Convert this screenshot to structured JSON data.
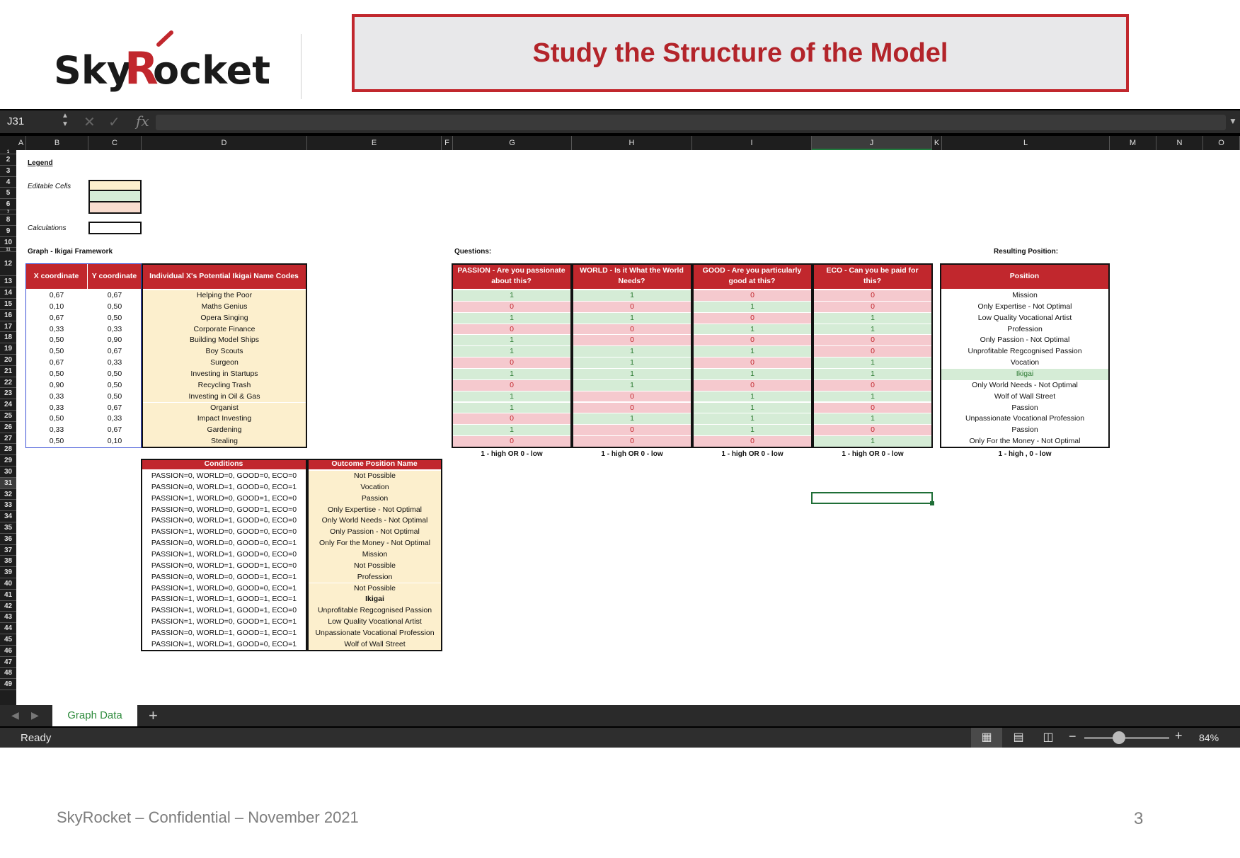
{
  "slide": {
    "title": "Study the Structure of the Model",
    "logo_text_1": "Sky",
    "logo_text_2": "R",
    "logo_text_3": "ocket",
    "footer": "SkyRocket – Confidential – November 2021",
    "page_number": "3"
  },
  "excel": {
    "name_box": "J31",
    "fx": "fx",
    "columns": [
      "A",
      "B",
      "C",
      "D",
      "E",
      "F",
      "G",
      "H",
      "I",
      "J",
      "K",
      "L",
      "M",
      "N",
      "O"
    ],
    "selected_column": "J",
    "selected_row": "31",
    "rows": [
      "1",
      "2",
      "3",
      "4",
      "5",
      "6",
      "7",
      "8",
      "9",
      "10",
      "11",
      "12",
      "13",
      "14",
      "15",
      "16",
      "17",
      "18",
      "19",
      "20",
      "21",
      "22",
      "23",
      "24",
      "25",
      "26",
      "27",
      "28",
      "29",
      "30",
      "31",
      "32",
      "33",
      "34",
      "35",
      "36",
      "37",
      "38",
      "39",
      "40",
      "41",
      "42",
      "43",
      "44",
      "45",
      "46",
      "47",
      "48",
      "49"
    ],
    "sheet_tab": "Graph Data",
    "add_sheet": "+",
    "status": "Ready",
    "zoom": "84%"
  },
  "legend": {
    "title": "Legend",
    "editable_label": "Editable Cells",
    "calc_label": "Calculations"
  },
  "graph_table": {
    "title": "Graph - Ikigai Framework",
    "headers": [
      "X coordinate",
      "Y coordinate",
      "Individual X's Potential Ikigai Name Codes"
    ],
    "rows": [
      [
        "0,67",
        "0,67",
        "Helping the Poor"
      ],
      [
        "0,10",
        "0,50",
        "Maths Genius"
      ],
      [
        "0,67",
        "0,50",
        "Opera Singing"
      ],
      [
        "0,33",
        "0,33",
        "Corporate Finance"
      ],
      [
        "0,50",
        "0,90",
        "Building Model Ships"
      ],
      [
        "0,50",
        "0,67",
        "Boy Scouts"
      ],
      [
        "0,67",
        "0,33",
        "Surgeon"
      ],
      [
        "0,50",
        "0,50",
        "Investing in Startups"
      ],
      [
        "0,90",
        "0,50",
        "Recycling Trash"
      ],
      [
        "0,33",
        "0,50",
        "Investing in Oil & Gas"
      ],
      [
        "0,33",
        "0,67",
        "Organist"
      ],
      [
        "0,50",
        "0,33",
        "Impact Investing"
      ],
      [
        "0,33",
        "0,67",
        "Gardening"
      ],
      [
        "0,50",
        "0,10",
        "Stealing"
      ]
    ]
  },
  "questions": {
    "title": "Questions:",
    "headers": [
      "PASSION - Are you passionate about this?",
      "WORLD - Is it What the World Needs?",
      "GOOD - Are you particularly good at this?",
      "ECO - Can you be paid for this?"
    ],
    "rows": [
      [
        "1",
        "1",
        "0",
        "0"
      ],
      [
        "0",
        "0",
        "1",
        "0"
      ],
      [
        "1",
        "1",
        "0",
        "1"
      ],
      [
        "0",
        "0",
        "1",
        "1"
      ],
      [
        "1",
        "0",
        "0",
        "0"
      ],
      [
        "1",
        "1",
        "1",
        "0"
      ],
      [
        "0",
        "1",
        "0",
        "1"
      ],
      [
        "1",
        "1",
        "1",
        "1"
      ],
      [
        "0",
        "1",
        "0",
        "0"
      ],
      [
        "1",
        "0",
        "1",
        "1"
      ],
      [
        "1",
        "0",
        "1",
        "0"
      ],
      [
        "0",
        "1",
        "1",
        "1"
      ],
      [
        "1",
        "0",
        "1",
        "0"
      ],
      [
        "0",
        "0",
        "0",
        "1"
      ]
    ],
    "footnote": "1 - high  OR  0 - low"
  },
  "resulting": {
    "title": "Resulting Position:",
    "header": "Position",
    "rows": [
      "Mission",
      "Only Expertise - Not Optimal",
      "Low Quality Vocational Artist",
      "Profession",
      "Only Passion - Not Optimal",
      "Unprofitable Regcognised Passion",
      "Vocation",
      "Ikigai",
      "Only World Needs - Not Optimal",
      "Wolf of Wall Street",
      "Passion",
      "Unpassionate Vocational Profession",
      "Passion",
      "Only For the Money - Not Optimal"
    ],
    "highlight_index": 7,
    "footnote": "1 - high , 0 - low"
  },
  "conditions": {
    "headers": [
      "Conditions",
      "Outcome Position Name"
    ],
    "rows": [
      [
        "PASSION=0, WORLD=0, GOOD=0, ECO=0",
        "Not Possible"
      ],
      [
        "PASSION=0, WORLD=1, GOOD=0, ECO=1",
        "Vocation"
      ],
      [
        "PASSION=1, WORLD=0, GOOD=1, ECO=0",
        "Passion"
      ],
      [
        "PASSION=0, WORLD=0, GOOD=1, ECO=0",
        "Only Expertise - Not Optimal"
      ],
      [
        "PASSION=0, WORLD=1, GOOD=0, ECO=0",
        "Only World Needs - Not Optimal"
      ],
      [
        "PASSION=1, WORLD=0, GOOD=0, ECO=0",
        "Only Passion - Not Optimal"
      ],
      [
        "PASSION=0, WORLD=0, GOOD=0, ECO=1",
        "Only For the Money - Not Optimal"
      ],
      [
        "PASSION=1, WORLD=1, GOOD=0, ECO=0",
        "Mission"
      ],
      [
        "PASSION=0, WORLD=1, GOOD=1, ECO=0",
        "Not Possible"
      ],
      [
        "PASSION=0, WORLD=0, GOOD=1, ECO=1",
        "Profession"
      ],
      [
        "PASSION=1, WORLD=0, GOOD=0, ECO=1",
        "Not Possible"
      ],
      [
        "PASSION=1, WORLD=1, GOOD=1, ECO=1",
        "Ikigai"
      ],
      [
        "PASSION=1, WORLD=1, GOOD=1, ECO=0",
        "Unprofitable Regcognised Passion"
      ],
      [
        "PASSION=1, WORLD=0, GOOD=1, ECO=1",
        "Low Quality Vocational Artist"
      ],
      [
        "PASSION=0, WORLD=1, GOOD=1, ECO=1",
        "Unpassionate Vocational Profession"
      ],
      [
        "PASSION=1, WORLD=1, GOOD=0, ECO=1",
        "Wolf of Wall Street"
      ]
    ],
    "bold_index": 11
  },
  "colors": {
    "accent_red": "#c1272d",
    "green_fill": "#d5ecd6",
    "pink_fill": "#f5c9ce",
    "yellow_fill": "#fcefcd"
  }
}
